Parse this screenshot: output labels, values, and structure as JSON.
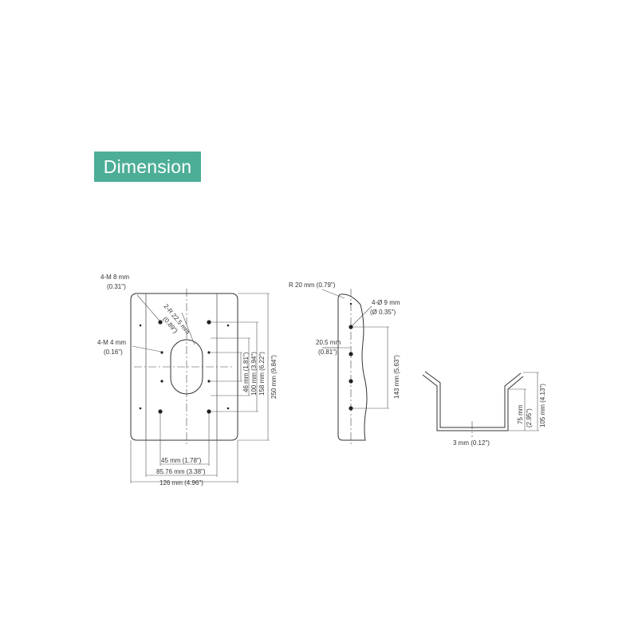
{
  "header": {
    "title": "Dimension",
    "color": "#4cae96"
  },
  "line_color": "#333333",
  "front_view": {
    "labels": {
      "m8_hole": "4-M 8 mm",
      "m8_hole_inch": "(0.31\")",
      "m4_hole": "4-M 4 mm",
      "m4_hole_inch": "(0.16\")",
      "slot_radius": "2-R 22.5 mm",
      "slot_radius_inch": "(0.89\")",
      "dim_45": "45 mm (1.78\")",
      "dim_8576": "85.76 mm (3.38\")",
      "dim_126": "126 mm (4.96\")",
      "dim_46": "46 mm (1.81\")",
      "dim_100": "100 mm (3.94\")",
      "dim_158": "158 mm (6.22\")",
      "dim_250": "250 mm (9.84\")"
    }
  },
  "side_view": {
    "labels": {
      "corner_radius": "R 20 mm (0.79\")",
      "hole_dia": "4-Ø 9 mm",
      "hole_dia_inch": "(Ø 0.35\")",
      "dim_205": "20.5 mm",
      "dim_205_inch": "(0.81\")",
      "dim_143": "143 mm (5.63\")"
    }
  },
  "bracket_view": {
    "labels": {
      "thickness": "3 mm (0.12\")",
      "dim_75": "75 mm",
      "dim_75_inch": "(2.95\")",
      "dim_105": "105 mm (4.13\")"
    }
  }
}
